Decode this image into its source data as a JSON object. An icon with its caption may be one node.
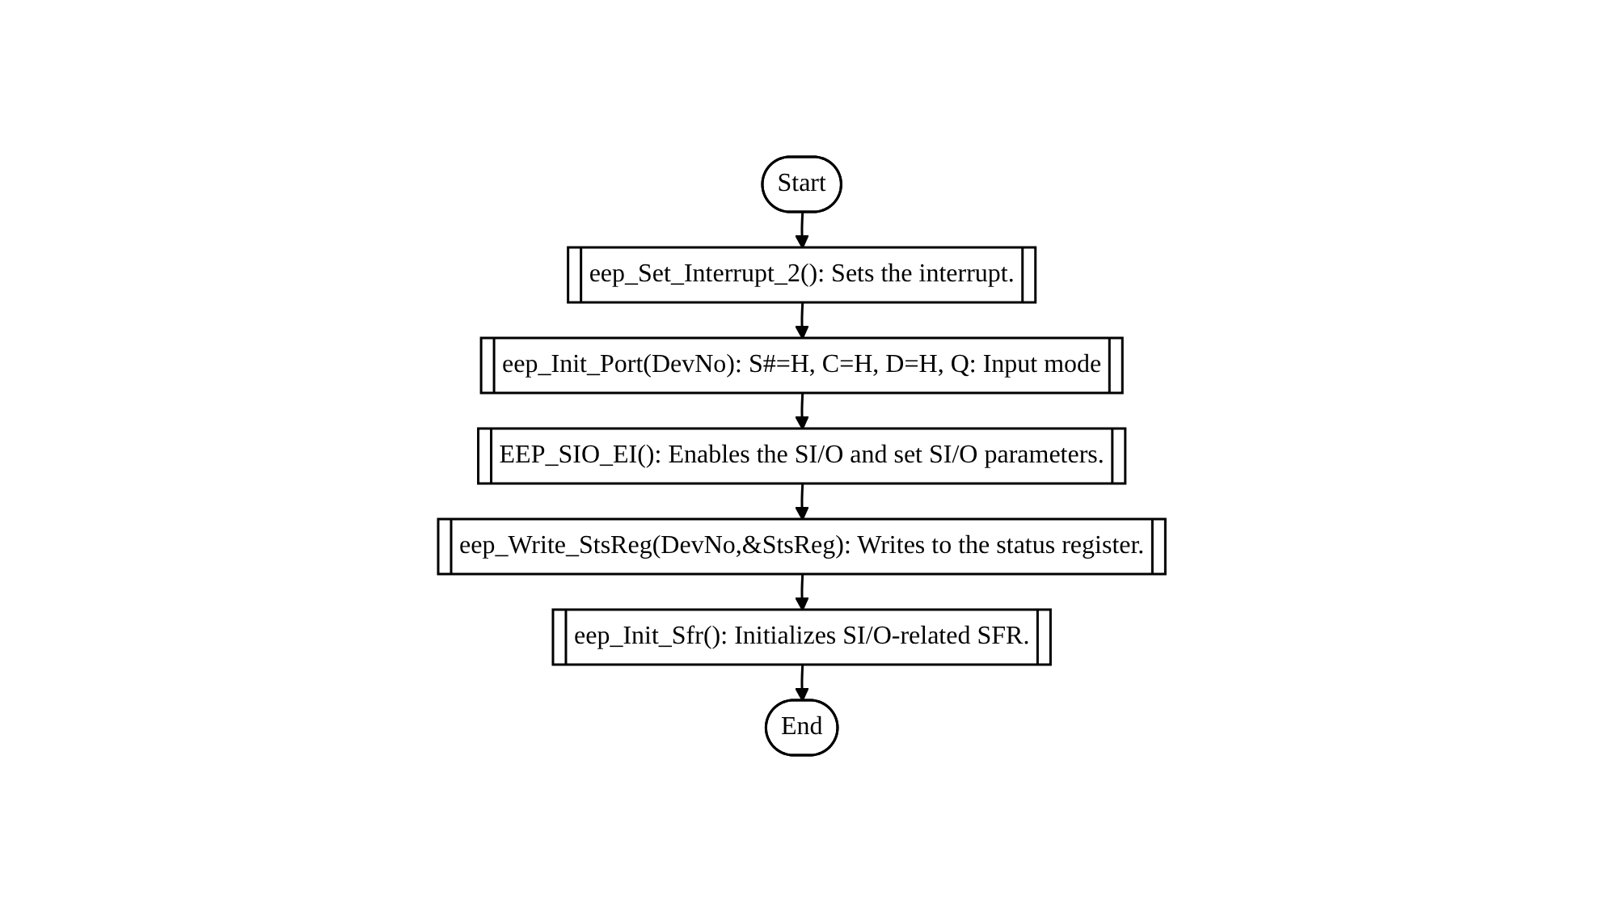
{
  "diagram": {
    "nodes": [
      {
        "text": [
          "Start"
        ]
      },
      {
        "text": [
          "eep_Set_Interrupt_2(): Sets the interrupt."
        ]
      },
      {
        "text": [
          "eep_Init_Port(DevNo): S#=H, C=H, D=H, Q: Input mode"
        ]
      },
      {
        "text": [
          "EEP_SIO_EI(): Enables the SI/O and set SI/O parameters."
        ]
      },
      {
        "text": [
          "eep_Write_StsReg(DevNo,&StsReg): Writes to the status register."
        ]
      },
      {
        "text": [
          "eep_Init_Sfr(): Initializes SI/O-related SFR."
        ]
      },
      {
        "text": [
          "End"
        ]
      }
    ],
    "edges": [
      {
        "from": 0,
        "to": 1,
        "arrow": "to"
      },
      {
        "from": 1,
        "to": 2,
        "arrow": "to"
      },
      {
        "from": 2,
        "to": 3,
        "arrow": "to"
      },
      {
        "from": 3,
        "to": 4,
        "arrow": "to"
      },
      {
        "from": 4,
        "to": 5,
        "arrow": "to"
      },
      {
        "from": 5,
        "to": 6,
        "arrow": "to"
      }
    ]
  }
}
